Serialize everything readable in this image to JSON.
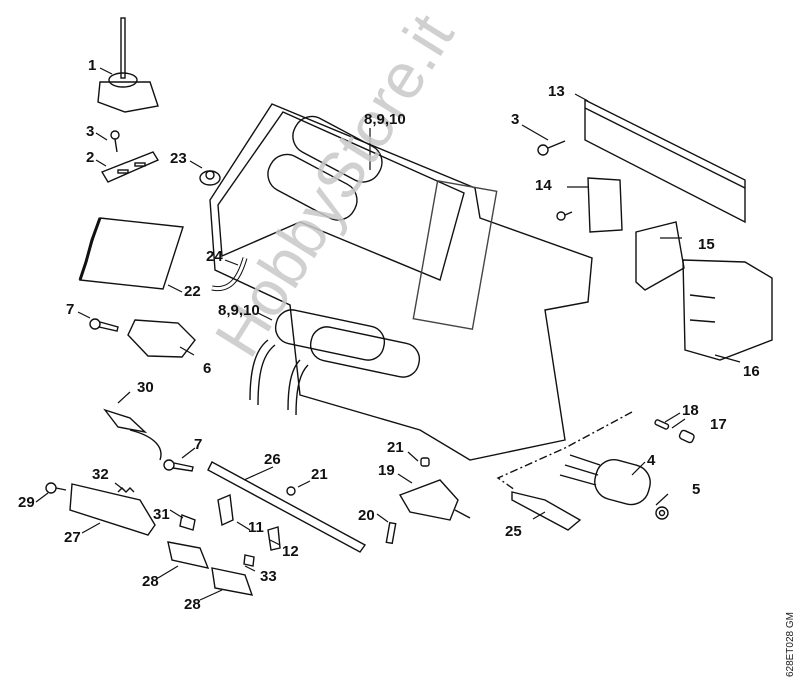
{
  "diagram": {
    "type": "exploded-parts-diagram",
    "watermark": "HobbyStore.it",
    "drawing_code": "628ET028 GM",
    "labels": {
      "p1": "1",
      "p2": "2",
      "p3a": "3",
      "p3b": "3",
      "p4": "4",
      "p5": "5",
      "p6": "6",
      "p7a": "7",
      "p7b": "7",
      "p8a": "8,9,10",
      "p8b": "8,9,10",
      "p11": "11",
      "p12": "12",
      "p13": "13",
      "p14": "14",
      "p15": "15",
      "p16": "16",
      "p17": "17",
      "p18": "18",
      "p19": "19",
      "p20": "20",
      "p21a": "21",
      "p21b": "21",
      "p22": "22",
      "p23": "23",
      "p24": "24",
      "p25": "25",
      "p26": "26",
      "p27": "27",
      "p28a": "28",
      "p28b": "28",
      "p29": "29",
      "p30": "30",
      "p31": "31",
      "p32": "32",
      "p33": "33"
    }
  }
}
